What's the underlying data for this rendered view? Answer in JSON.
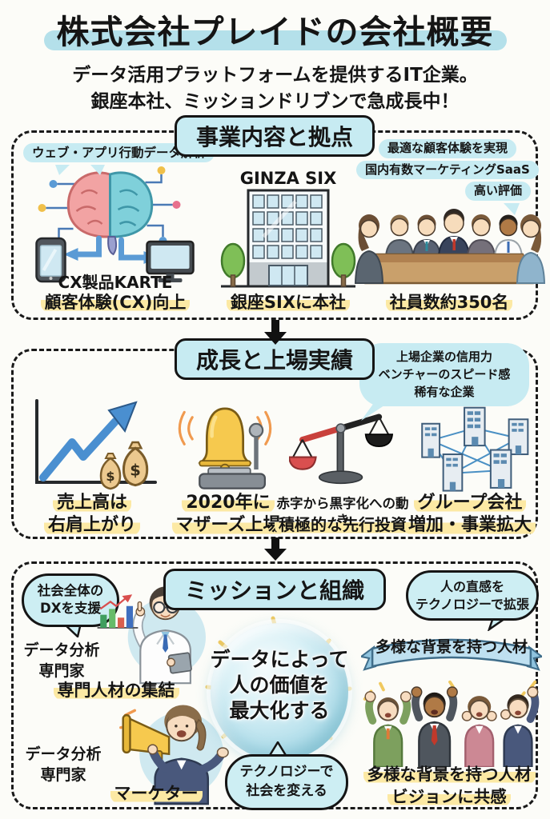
{
  "colors": {
    "accent_blue": "#c7ebf2",
    "title_highlight_blue": "#b4e0ea",
    "highlight_yellow": "#fce9a4",
    "outline_black": "#1a1a1a"
  },
  "header": {
    "title": "株式会社プレイドの会社概要",
    "subtitle_line1": "データ活用プラットフォームを提供するIT企業。",
    "subtitle_line2": "銀座本社、ミッションドリブンで急成長中！"
  },
  "section1": {
    "heading": "事業内容と拠点",
    "analytics_bubble": "ウェブ・アプリ行動データ解析",
    "karte_caption_line1": "CX製品KARTE",
    "karte_caption_line2": "顧客体験(CX)向上",
    "building_title": "GINZA SIX",
    "building_caption": "銀座SIXに本社",
    "team_bubble_line1": "最適な顧客体験を実現",
    "team_bubble_line2": "国内有数マーケティングSaaS",
    "team_bubble_line3": "高い評価",
    "team_caption": "社員数約350名"
  },
  "section2": {
    "heading": "成長と上場実績",
    "bubble_line1": "上場企業の信用力",
    "bubble_line2": "ベンチャーのスピード感",
    "bubble_line3": "稀有な企業",
    "money_symbol": "$",
    "sales_caption_line1": "売上高は",
    "sales_caption_line2": "右肩上がり",
    "ipo_caption_line1": "2020年に",
    "ipo_caption_line2": "マザーズ上場",
    "invest_caption_line1": "赤字から黒字化への動き",
    "invest_caption_line2": "積極的な先行投資",
    "group_caption_line1": "グループ会社",
    "group_caption_line2": "増加・事業拡大"
  },
  "section3": {
    "heading": "ミッションと組織",
    "dx_bubble_line1": "社会全体の",
    "dx_bubble_line2": "DXを支援",
    "analyst_label_line1": "データ分析",
    "analyst_label_line2": "専門家",
    "specialist_caption": "専門人材の集結",
    "mission_line1": "データによって",
    "mission_line2": "人の価値を",
    "mission_line3": "最大化する",
    "intuition_bubble_line1": "人の直感を",
    "intuition_bubble_line2": "テクノロジーで拡張",
    "ribbon_text": "多様な背景を持つ人材",
    "marketer_label_line1": "データ分析",
    "marketer_label_line2": "専門家",
    "marketer_caption": "マーケター",
    "tech_bubble_line1": "テクノロジーで",
    "tech_bubble_line2": "社会を変える",
    "diverse_caption_line1": "多様な背景を持つ人材",
    "diverse_caption_line2": "ビジョンに共感"
  }
}
